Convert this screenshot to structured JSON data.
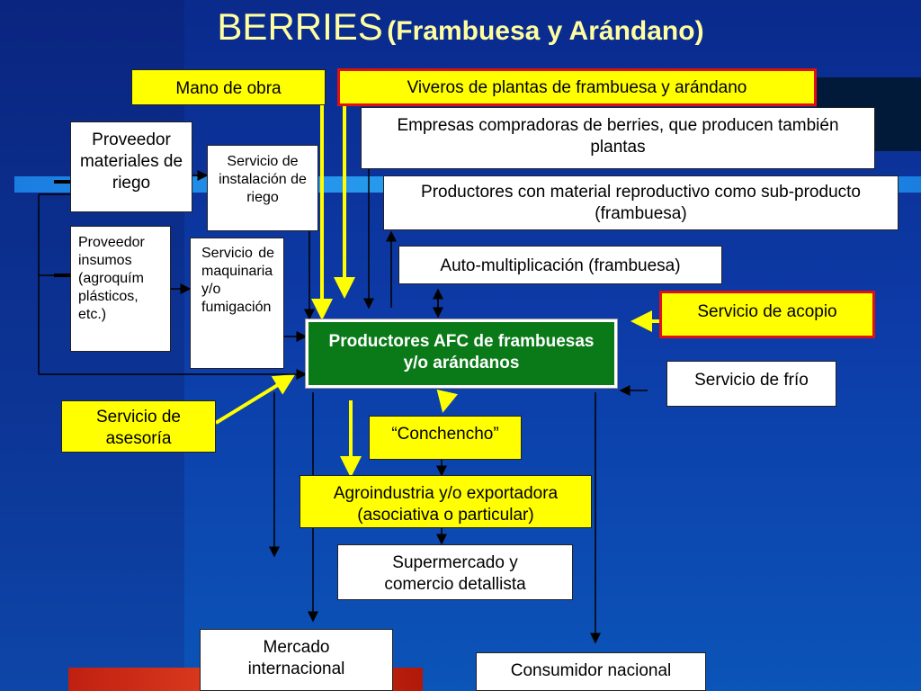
{
  "title": {
    "main": "BERRIES",
    "sub": "(Frambuesa y Arándano)"
  },
  "nodes": {
    "mano_de_obra": "Mano de obra",
    "viveros": "Viveros de plantas de frambuesa y arándano",
    "empresas": "Empresas compradoras de berries, que producen también plantas",
    "productores_material": "Productores con material reproductivo como sub-producto (frambuesa)",
    "auto_multiplicacion": "Auto-multiplicación (frambuesa)",
    "servicio_acopio": "Servicio de acopio",
    "proveedor_riego": "Proveedor materiales de riego",
    "servicio_instalacion": "Servicio de instalación de riego",
    "proveedor_insumos": "Proveedor insumos (agroquím plásticos, etc.)",
    "servicio_maquinaria": "Servicio de maquinaria y/o fumigación",
    "productores_afc": "Productores AFC de frambuesas y/o arándanos",
    "servicio_frio": "Servicio de frío",
    "servicio_asesoria": "Servicio de asesoría",
    "conchencho": "“Conchencho”",
    "agroindustria": "Agroindustria y/o exportadora (asociativa o particular)",
    "supermercado": "Supermercado  y comercio detallista",
    "mercado_internacional": "Mercado internacional",
    "consumidor_nacional": "Consumidor nacional"
  }
}
